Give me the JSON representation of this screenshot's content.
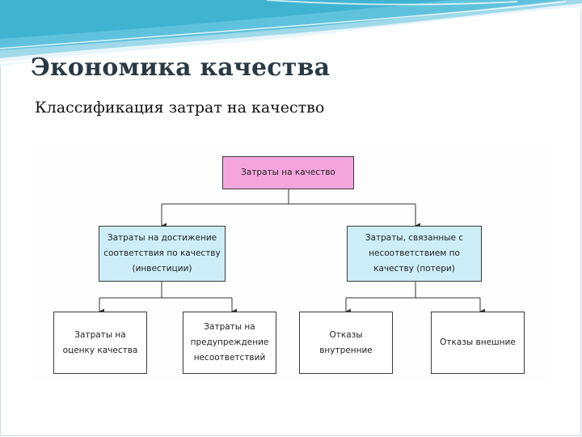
{
  "slide": {
    "title": "Экономика качества",
    "subtitle": "Классификация затрат на качество"
  },
  "diagram": {
    "root": "Затраты на качество",
    "branches": [
      {
        "label": "Затраты на достижение соответствия по качеству (инвестиции)",
        "children": [
          "Затраты на оценку качества",
          "Затраты на предупреждение несоответствий"
        ]
      },
      {
        "label": "Затраты, связанные с несоответствием по качеству (потери)",
        "children": [
          "Отказы внутренние",
          "Отказы внешние"
        ]
      }
    ]
  },
  "colors": {
    "root_fill": "#f4a6dc",
    "mid_fill": "#cdeef8",
    "title_text": "#2a3a44",
    "wave_teal": "#3fb3cf"
  }
}
